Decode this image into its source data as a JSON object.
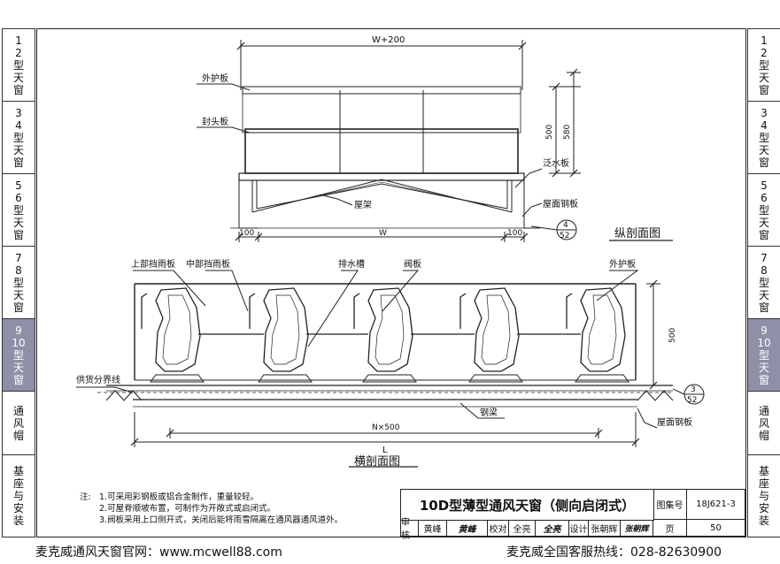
{
  "sidebar_tabs": [
    {
      "chars": [
        "1",
        "2",
        "型",
        "天",
        "窗"
      ]
    },
    {
      "chars": [
        "3",
        "4",
        "型",
        "天",
        "窗"
      ]
    },
    {
      "chars": [
        "5",
        "6",
        "型",
        "天",
        "窗"
      ]
    },
    {
      "chars": [
        "7",
        "8",
        "型",
        "天",
        "窗"
      ]
    },
    {
      "chars": [
        "9",
        "10",
        "型",
        "天",
        "窗"
      ],
      "active": true
    },
    {
      "chars": [
        "通",
        "风",
        "帽"
      ]
    },
    {
      "chars": [
        "基",
        "座",
        "与",
        "安",
        "装"
      ]
    }
  ],
  "drawing": {
    "top": {
      "dim_top": "W+200",
      "label_outer_panel": "外护板",
      "label_end_plate": "封头板",
      "label_flashing": "泛水板",
      "label_roof_panel": "屋面钢板",
      "label_frame": "屋架",
      "dim_500": "500",
      "dim_580": "580",
      "dim_100_left": "100",
      "dim_W": "W",
      "dim_100_right": "100",
      "detail_num": "4",
      "detail_page": "52",
      "section_title": "纵剖面图"
    },
    "bottom": {
      "label_upper_baffle": "上部挡雨板",
      "label_middle_baffle": "中部挡雨板",
      "label_drain": "排水槽",
      "label_valve": "阀板",
      "label_outer_panel": "外护板",
      "label_supply_line": "供货分界线",
      "label_steel_beam": "钢梁",
      "label_roof_panel": "屋面钢板",
      "dim_500": "500",
      "dim_N500": "N×500",
      "dim_L": "L",
      "detail_num": "3",
      "detail_page": "52",
      "section_title": "横剖面图"
    }
  },
  "notes": {
    "label": "注:",
    "items": [
      "1.可采用彩钢板或铝合金制作，重量较轻。",
      "2.可屋脊顺坡布置，可制作为开敞式或启闭式。",
      "3.阀板采用上口侧开式，关闭后能将雨雪隔离在通风器通风道外。"
    ]
  },
  "title_block": {
    "title": "10D型薄型通风天窗（侧向启闭式）",
    "atlas_label": "图集号",
    "atlas_value": "18J621-3",
    "review_label": "审核",
    "reviewer": "黄峰",
    "review_sig": "黄峰",
    "check_label": "校对",
    "checker": "全亮",
    "check_sig": "全亮",
    "design_label": "设计",
    "designer": "张朝辉",
    "design_sig": "张朝辉",
    "page_label": "页",
    "page_value": "50"
  },
  "footer": {
    "left": "麦克威通风天窗官网：www.mcwell88.com",
    "right": "麦克威全国客服热线：028-82630900"
  }
}
